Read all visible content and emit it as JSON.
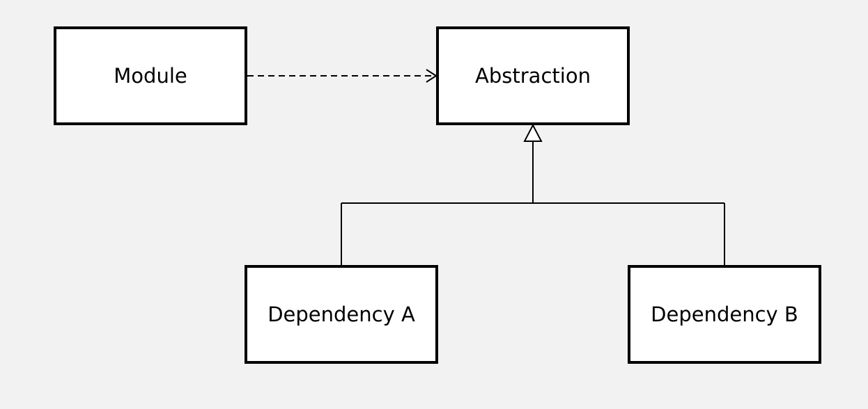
{
  "nodes": {
    "module": {
      "label": "Module"
    },
    "abstraction": {
      "label": "Abstraction"
    },
    "dependency_a": {
      "label": "Dependency A"
    },
    "dependency_b": {
      "label": "Dependency B"
    }
  },
  "edges": [
    {
      "from": "module",
      "to": "abstraction",
      "kind": "dependency",
      "style": "dashed",
      "arrowhead": "open"
    },
    {
      "from": "dependency_a",
      "to": "abstraction",
      "kind": "realization",
      "style": "solid",
      "arrowhead": "hollow-triangle"
    },
    {
      "from": "dependency_b",
      "to": "abstraction",
      "kind": "realization",
      "style": "solid",
      "arrowhead": "hollow-triangle"
    }
  ],
  "colors": {
    "background": "#f2f2f2",
    "box_fill": "#ffffff",
    "stroke": "#000000"
  }
}
